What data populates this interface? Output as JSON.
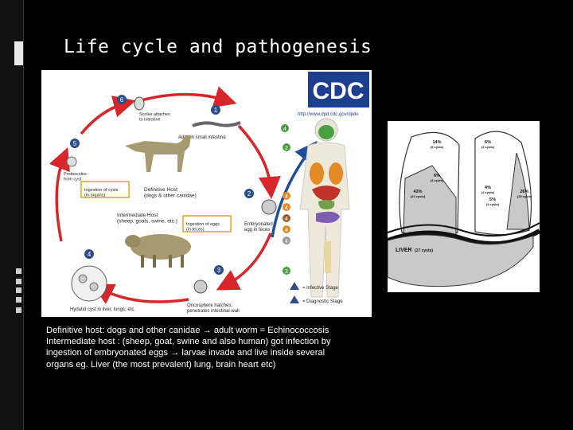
{
  "slide": {
    "title": "Life cycle and pathogenesis"
  },
  "cycle_diagram": {
    "logo": "CDC",
    "url": "http://www.dpd.cdc.gov/dpdx",
    "labels": {
      "scolex": "Scolex attaches\nto intestine",
      "adult": "Adult in small intestine",
      "protoscolex": "Protoscolex\nfrom cyst",
      "ingestion_cysts": "Ingestion of cysts\n(in organs)",
      "definitive_host": "Definitive Host\n(dogs & other canidae)",
      "embryonated": "Embryonated\negg in feces",
      "intermediate_host": "Intermediate Host\n(sheep, goats, swine, etc.)",
      "ingestion_eggs": "Ingestion of eggs\n(in feces)",
      "oncosphere": "Oncosphere hatches;\npenetrates intestinal wall",
      "hydatid": "Hydatid cyst in liver, lungs, etc.",
      "infective": "= Infective Stage",
      "diagnostic": "= Diagnostic Stage"
    },
    "step_numbers": [
      "1",
      "2",
      "3",
      "4",
      "5",
      "6"
    ]
  },
  "lung_diagram": {
    "label": "LIVER",
    "label_count": "(17 cysts)",
    "regions": [
      {
        "pct": "14%",
        "cysts": "(8 cysts)"
      },
      {
        "pct": "6%",
        "cysts": "(3 cysts)"
      },
      {
        "pct": "6%",
        "cysts": "(3 cysts)"
      },
      {
        "pct": "4%",
        "cysts": "(2 cysts)"
      },
      {
        "pct": "43%",
        "cysts": "(24 cysts)"
      },
      {
        "pct": "5%",
        "cysts": "(3 cysts)"
      },
      {
        "pct": "26%",
        "cysts": "(15 cysts)"
      }
    ]
  },
  "caption": {
    "line1": "Definitive host: dogs and other canidae → adult worm = Echinococcosis",
    "line2": "Intermediate host : (sheep, goat, swine and also human) got infection by",
    "line3": "ingestion of embryonated eggs → larvae invade and live inside several",
    "line4": "organs eg. Liver (the most prevalent) lung, brain heart etc)"
  },
  "colors": {
    "cycle_arrow": "#d8252a",
    "number_circle": "#2b4f8a",
    "human_arrow_green": "#4aa040",
    "human_arrow_orange": "#e38a24",
    "lobe_gray": "#c9c9c9"
  }
}
